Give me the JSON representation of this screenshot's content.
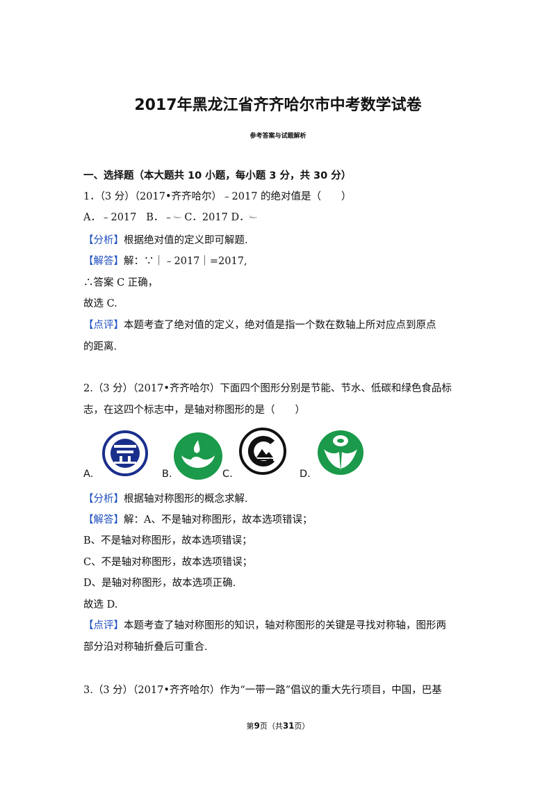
{
  "header": {
    "title": "2017年黑龙江省齐齐哈尔市中考数学试卷",
    "subtitle": "参考答案与试题解析"
  },
  "section1": {
    "heading": "一、选择题（本大题共 10 小题，每小题 3 分，共 30 分）"
  },
  "q1": {
    "stem": "1．（3 分）（2017•齐齐哈尔）﹣2017 的绝对值是（　　）",
    "options_a": "A．﹣2017",
    "options_b": "B．﹣",
    "options_b_tiny": "¹⁄₂₀₁₇",
    "options_c": "C．2017",
    "options_d": "D．",
    "options_d_tiny": "¹⁄₂₀₁₇",
    "analysis_tag": "【分析】",
    "analysis": "根据绝对值的定义即可解题.",
    "solution_tag": "【解答】",
    "solution": "解：∵｜﹣2017｜=2017,",
    "step2": "∴答案 C 正确，",
    "choice": "故选 C.",
    "review_tag": "【点评】",
    "review_1": "本题考查了绝对值的定义，绝对值是指一个数在数轴上所对应点到原点",
    "review_2": "的距离."
  },
  "q2": {
    "stem_1": "2.（3 分）（2017•齐齐哈尔）下面四个图形分别是节能、节水、低碳和绿色食品标",
    "stem_2": "志，在这四个标志中，是轴对称图形的是（　　）",
    "label_a": "A.",
    "label_b": "B.",
    "label_c": "C.",
    "label_d": "D.",
    "analysis_tag": "【分析】",
    "analysis": "根据轴对称图形的概念求解.",
    "solution_tag": "【解答】",
    "solution": "解：A、不是轴对称图形，故本选项错误；",
    "line_b": "B、不是轴对称图形，故本选项错误；",
    "line_c": "C、不是轴对称图形，故本选项错误；",
    "line_d": "D、是轴对称图形，故本选项正确.",
    "choice": "故选 D.",
    "review_tag": "【点评】",
    "review_1": "本题考查了轴对称图形的知识，轴对称图形的关键是寻找对称轴，图形两",
    "review_2": "部分沿对称轴折叠后可重合."
  },
  "q3": {
    "stem_1": "3.（3 分）（2017•齐齐哈尔）作为“一带一路”倡议的重大先行项目，中国，巴基"
  },
  "footer": {
    "prefix": "第",
    "page": "9",
    "middle": "页（共",
    "total": "31",
    "suffix": "页）"
  },
  "colors": {
    "tag": "#1f4fbf",
    "logo_blue": "#1a2f8c",
    "logo_green": "#1a9a4a",
    "logo_black": "#111111"
  },
  "icons": [
    "energy-saving-logo",
    "water-saving-logo",
    "low-carbon-logo",
    "green-food-logo"
  ]
}
